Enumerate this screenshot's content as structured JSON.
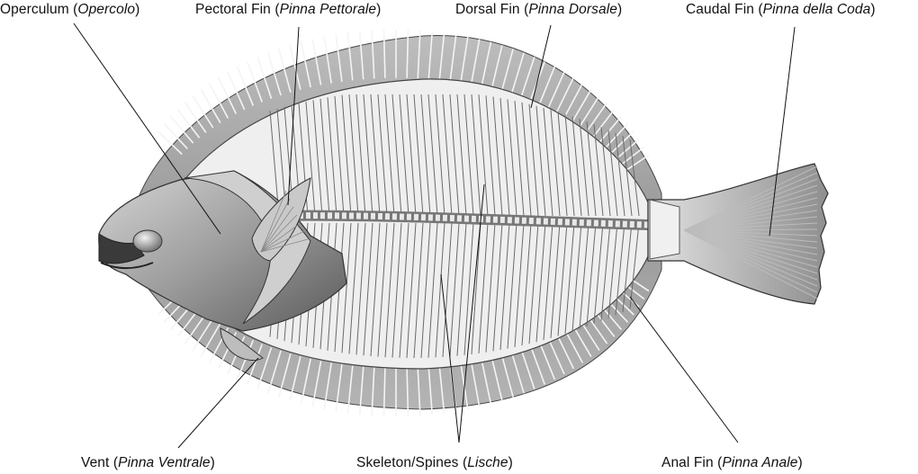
{
  "labels": {
    "operculum": {
      "name": "Operculum",
      "italian": "Opercolo"
    },
    "pectoral": {
      "name": "Pectoral Fin",
      "italian": "Pinna Pettorale"
    },
    "dorsal": {
      "name": "Dorsal Fin",
      "italian": "Pinna Dorsale"
    },
    "caudal": {
      "name": "Caudal Fin",
      "italian": "Pinna della Coda"
    },
    "vent": {
      "name": "Vent",
      "italian": "Pinna Ventrale"
    },
    "skeleton": {
      "name": "Skeleton/Spines",
      "italian": "Lische"
    },
    "anal": {
      "name": "Anal Fin",
      "italian": "Pinna Anale"
    }
  },
  "colors": {
    "fin_gray": "#9a9a9a",
    "bone_light": "#ececec",
    "head_dark": "#555555",
    "line": "#111111"
  }
}
